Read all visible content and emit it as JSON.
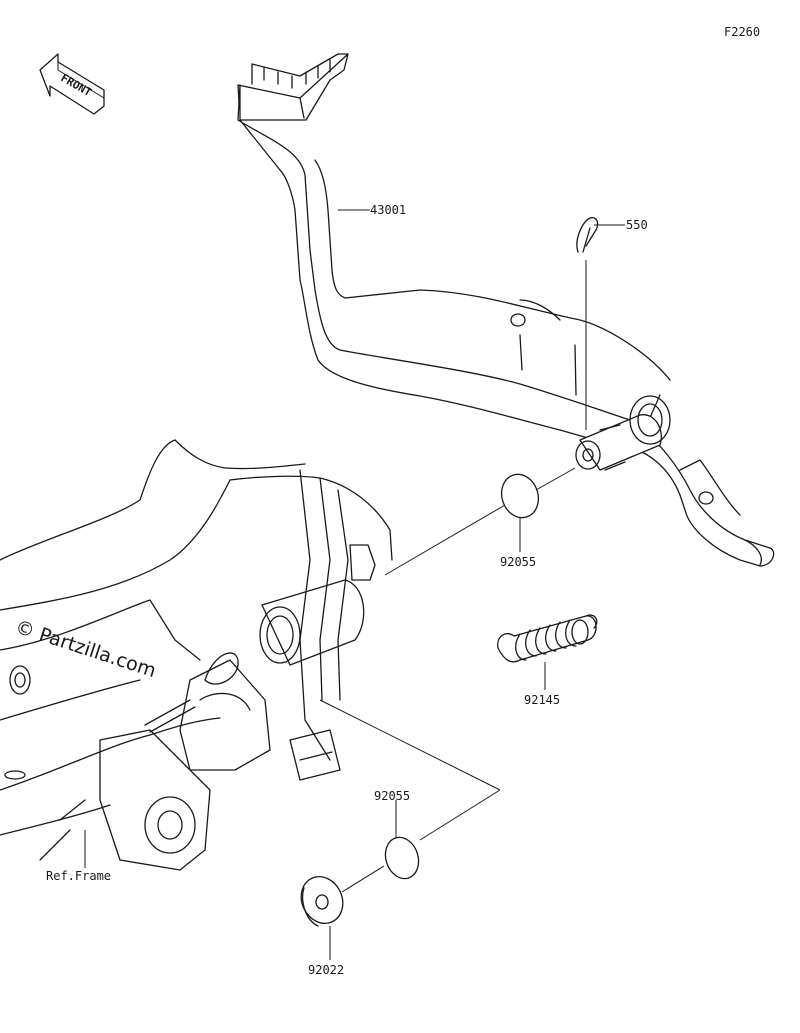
{
  "diagram_code": "F2260",
  "front_label": "FRONT",
  "watermark": "© Partzilla.com",
  "parts": {
    "brake_pedal": "43001",
    "cotter_pin": "550",
    "o_ring_upper": "92055",
    "spring": "92145",
    "o_ring_lower": "92055",
    "washer": "92022"
  },
  "ref_frame_label": "Ref.Frame",
  "colors": {
    "line": "#1a1a1a",
    "background": "#ffffff"
  },
  "icons": [
    "front-arrow-icon"
  ]
}
